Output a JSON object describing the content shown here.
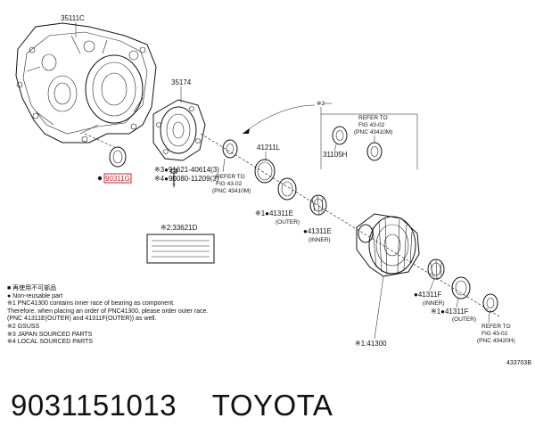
{
  "parts": {
    "p35111C": "35111C",
    "p35174": "35174",
    "p41211L": "41211L",
    "p31105H": "31105H",
    "p90311": "90311G",
    "p91621": "※3●91621-40614(3)",
    "p90080": "※4●90080-11209(3)",
    "p41311E_1": "※1●41311E",
    "p41311E_1_sub": "(OUTER)",
    "p41311E_2": "●41311E",
    "p41311E_2_sub": "(INNER)",
    "p41311F_1": "●41311F",
    "p41311F_1_sub": "(INNER)",
    "p41311F_2": "※1●41311F",
    "p41311F_2_sub": "(OUTER)",
    "p41300": "※1:41300",
    "p33621D": "※2:33621D",
    "mark2": "※2"
  },
  "refs": {
    "ref_a": [
      "REFER TO",
      "FIG 43-02",
      "(PNC 43410M)"
    ],
    "ref_b": [
      "REFER TO",
      "FIG 43-02",
      "(PNC 43410M)"
    ],
    "ref_c": [
      "REFER TO",
      "FIG 43-02",
      "(PNC 43420H)"
    ]
  },
  "legend": [
    "■ 再使用不可部品",
    "● Non-reusable part",
    "※1 PNC41300 contains inner race of bearing as component.",
    "     Therefore, when placing an order of PNC41300, please order outer race.",
    "     (PNC 41311E(OUTER) and 41311F(OUTER)) as well.",
    "※2 GSUSS",
    "※3 JAPAN SOURCED PARTS",
    "※4 LOCAL SOURCED PARTS"
  ],
  "drawing_number": "433703B",
  "footer": {
    "part_number": "9031151013",
    "brand": "TOYOTA"
  },
  "colors": {
    "highlight": "#d0202a",
    "line": "#111111"
  }
}
